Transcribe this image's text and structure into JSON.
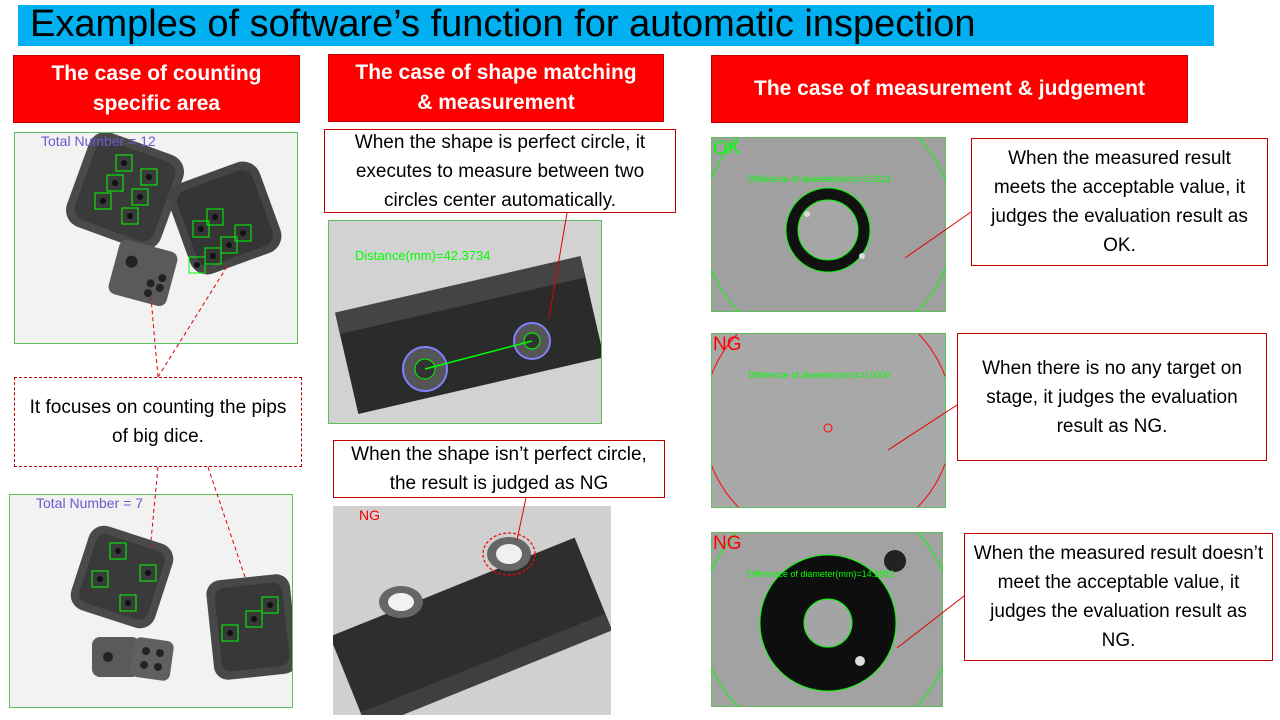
{
  "title": "Examples of software’s function for automatic inspection",
  "columns": {
    "counting": {
      "header_line1": "The case of counting",
      "header_line2": "specific area",
      "shot1_label": "Total Number = 12",
      "shot2_label": "Total Number = 7",
      "note": "It focuses on counting the pips of big dice."
    },
    "shape": {
      "header_line1": "The case of shape matching",
      "header_line2": "& measurement",
      "note1": "When the shape is perfect circle, it executes to measure between two circles center automatically.",
      "shot1_label": "Distance(mm)=42.3734",
      "note2": "When the shape isn’t perfect circle, the result is judged as NG",
      "shot2_label": "NG"
    },
    "judgement": {
      "header": "The case of measurement & judgement",
      "shot1_status": "OK",
      "shot1_label": "Difference of diameter(mm)=3.2313",
      "note1": "When the measured result meets the acceptable value, it judges the evaluation result as OK.",
      "shot2_status": "NG",
      "shot2_label": "Difference of diameter(mm)=0.0000",
      "note2": "When there is no any target on stage, it judges the evaluation result as NG.",
      "shot3_status": "NG",
      "shot3_label": "Difference of diameter(mm)=14.2882",
      "note3": "When the measured result doesn’t meet the acceptable value, it judges the evaluation result as NG."
    }
  },
  "colors": {
    "title_bar": "#00b0f0",
    "header": "#ff0000",
    "callout_border": "#c00000",
    "detect_green": "#00ff00",
    "label_purple": "#6a5acd"
  }
}
